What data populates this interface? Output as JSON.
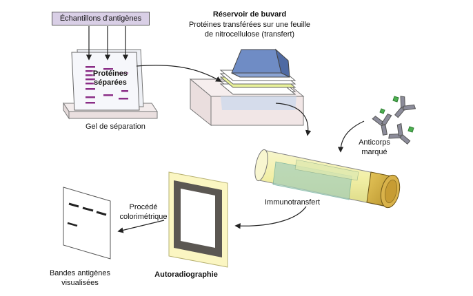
{
  "antigen_samples": "Échantillons d'antigènes",
  "gel": {
    "proteins_line1": "Protéines",
    "proteins_line2": "séparées",
    "caption": "Gel de séparation"
  },
  "blot_reservoir": {
    "title": "Réservoir de buvard",
    "line1": "Protéines transférées sur une feuille",
    "line2": "de nitrocellulose (transfert)"
  },
  "antibody": {
    "line1": "Anticorps",
    "line2": "marqué"
  },
  "immunoblot": "Immunotransfert",
  "autoradiography": "Autoradiographie",
  "colorimetric": {
    "line1": "Procédé",
    "line2": "colorimétrique"
  },
  "visualized_bands": {
    "line1": "Bandes antigènes",
    "line2": "visualisées"
  },
  "colors": {
    "band": "#8a2d86",
    "antibody": "#8c8c9a",
    "label_marker": "#4caf50",
    "tube_fill": "#f3f0a0",
    "sponge": "#5a7bb8"
  }
}
